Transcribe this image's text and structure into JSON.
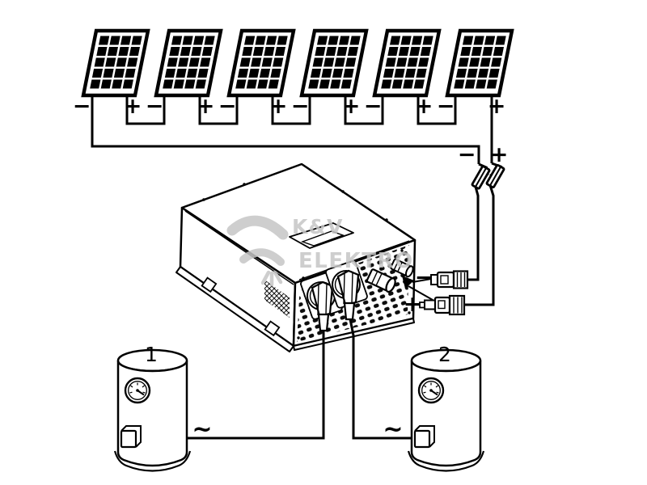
{
  "diagram": {
    "background": "#ffffff",
    "line_color": "#000000",
    "description": "solar-panels-to-inverter-to-water-heaters-wiring-diagram"
  },
  "solar_array": {
    "panel_count": 6,
    "panels": [
      {
        "neg": "−",
        "pos": "+"
      },
      {
        "neg": "−",
        "pos": "+"
      },
      {
        "neg": "−",
        "pos": "+"
      },
      {
        "neg": "−",
        "pos": "+"
      },
      {
        "neg": "−",
        "pos": "+"
      },
      {
        "neg": "−",
        "pos": "+"
      }
    ],
    "string_output": {
      "neg": "−",
      "pos": "+"
    }
  },
  "dc_connectors": {
    "neg": "−",
    "pos": "+"
  },
  "tanks": [
    {
      "number": "1",
      "ac_symbol": "~"
    },
    {
      "number": "2",
      "ac_symbol": "~"
    }
  ],
  "watermark": {
    "line1": "K&V",
    "line2": "ELEKTRO",
    "color": "#c6c6c6"
  }
}
